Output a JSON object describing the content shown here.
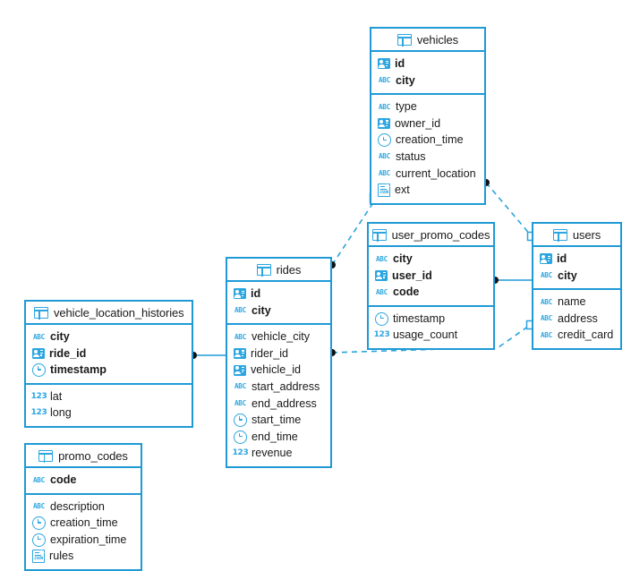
{
  "diagram": {
    "title": "Database ER diagram",
    "accent_color": "#1f9ad6",
    "icon_color": "#2ba6e0",
    "edge_color": "#29a3dc",
    "background": "#ffffff"
  },
  "tables": [
    {
      "id": "vehicles",
      "name": "vehicles",
      "header_icon": "table-icon",
      "keys": [
        {
          "name": "id",
          "icon": "key-icon",
          "type_label": "key"
        },
        {
          "name": "city",
          "icon": "abc-icon",
          "type_label": "ABC"
        }
      ],
      "fields": [
        {
          "name": "type",
          "icon": "abc-icon",
          "type_label": "ABC"
        },
        {
          "name": "owner_id",
          "icon": "key-icon",
          "type_label": "key"
        },
        {
          "name": "creation_time",
          "icon": "clock-icon",
          "type_label": "clock"
        },
        {
          "name": "status",
          "icon": "abc-icon",
          "type_label": "ABC"
        },
        {
          "name": "current_location",
          "icon": "abc-icon",
          "type_label": "ABC"
        },
        {
          "name": "ext",
          "icon": "json-icon",
          "type_label": "JSON"
        }
      ]
    },
    {
      "id": "user_promo_codes",
      "name": "user_promo_codes",
      "header_icon": "table-icon",
      "keys": [
        {
          "name": "city",
          "icon": "abc-icon",
          "type_label": "ABC"
        },
        {
          "name": "user_id",
          "icon": "key-icon",
          "type_label": "key"
        },
        {
          "name": "code",
          "icon": "abc-icon",
          "type_label": "ABC"
        }
      ],
      "fields": [
        {
          "name": "timestamp",
          "icon": "clock-icon",
          "type_label": "clock"
        },
        {
          "name": "usage_count",
          "icon": "num-icon",
          "type_label": "123"
        }
      ]
    },
    {
      "id": "users",
      "name": "users",
      "header_icon": "table-icon",
      "keys": [
        {
          "name": "id",
          "icon": "key-icon",
          "type_label": "key"
        },
        {
          "name": "city",
          "icon": "abc-icon",
          "type_label": "ABC"
        }
      ],
      "fields": [
        {
          "name": "name",
          "icon": "abc-icon",
          "type_label": "ABC"
        },
        {
          "name": "address",
          "icon": "abc-icon",
          "type_label": "ABC"
        },
        {
          "name": "credit_card",
          "icon": "abc-icon",
          "type_label": "ABC"
        }
      ]
    },
    {
      "id": "rides",
      "name": "rides",
      "header_icon": "table-icon",
      "keys": [
        {
          "name": "id",
          "icon": "key-icon",
          "type_label": "key"
        },
        {
          "name": "city",
          "icon": "abc-icon",
          "type_label": "ABC"
        }
      ],
      "fields": [
        {
          "name": "vehicle_city",
          "icon": "abc-icon",
          "type_label": "ABC"
        },
        {
          "name": "rider_id",
          "icon": "key-icon",
          "type_label": "key"
        },
        {
          "name": "vehicle_id",
          "icon": "key-icon",
          "type_label": "key"
        },
        {
          "name": "start_address",
          "icon": "abc-icon",
          "type_label": "ABC"
        },
        {
          "name": "end_address",
          "icon": "abc-icon",
          "type_label": "ABC"
        },
        {
          "name": "start_time",
          "icon": "clock-icon",
          "type_label": "clock"
        },
        {
          "name": "end_time",
          "icon": "clock-icon",
          "type_label": "clock"
        },
        {
          "name": "revenue",
          "icon": "num-icon",
          "type_label": "123"
        }
      ]
    },
    {
      "id": "vehicle_location_histories",
      "name": "vehicle_location_histories",
      "header_icon": "table-icon",
      "keys": [
        {
          "name": "city",
          "icon": "abc-icon",
          "type_label": "ABC"
        },
        {
          "name": "ride_id",
          "icon": "key-icon",
          "type_label": "key"
        },
        {
          "name": "timestamp",
          "icon": "clock-icon",
          "type_label": "clock"
        }
      ],
      "fields": [
        {
          "name": "lat",
          "icon": "num-icon",
          "type_label": "123"
        },
        {
          "name": "long",
          "icon": "num-icon",
          "type_label": "123"
        }
      ]
    },
    {
      "id": "promo_codes",
      "name": "promo_codes",
      "header_icon": "table-icon",
      "keys": [
        {
          "name": "code",
          "icon": "abc-icon",
          "type_label": "ABC"
        }
      ],
      "fields": [
        {
          "name": "description",
          "icon": "abc-icon",
          "type_label": "ABC"
        },
        {
          "name": "creation_time",
          "icon": "clock-icon",
          "type_label": "clock"
        },
        {
          "name": "expiration_time",
          "icon": "clock-icon",
          "type_label": "clock"
        },
        {
          "name": "rules",
          "icon": "json-icon",
          "type_label": "JSON"
        }
      ]
    }
  ],
  "relationships": [
    {
      "id": "rides-to-vehicles",
      "from": "rides",
      "to": "vehicles",
      "style": "dashed"
    },
    {
      "id": "vehicles-to-users",
      "from": "vehicles",
      "to": "users",
      "style": "dashed"
    },
    {
      "id": "rides-to-users",
      "from": "rides",
      "to": "users",
      "style": "dashed"
    },
    {
      "id": "user_promo_codes-to-users",
      "from": "user_promo_codes",
      "to": "users",
      "style": "solid"
    },
    {
      "id": "vehicle_location_histories-to-rides",
      "from": "vehicle_location_histories",
      "to": "rides",
      "style": "solid"
    }
  ]
}
